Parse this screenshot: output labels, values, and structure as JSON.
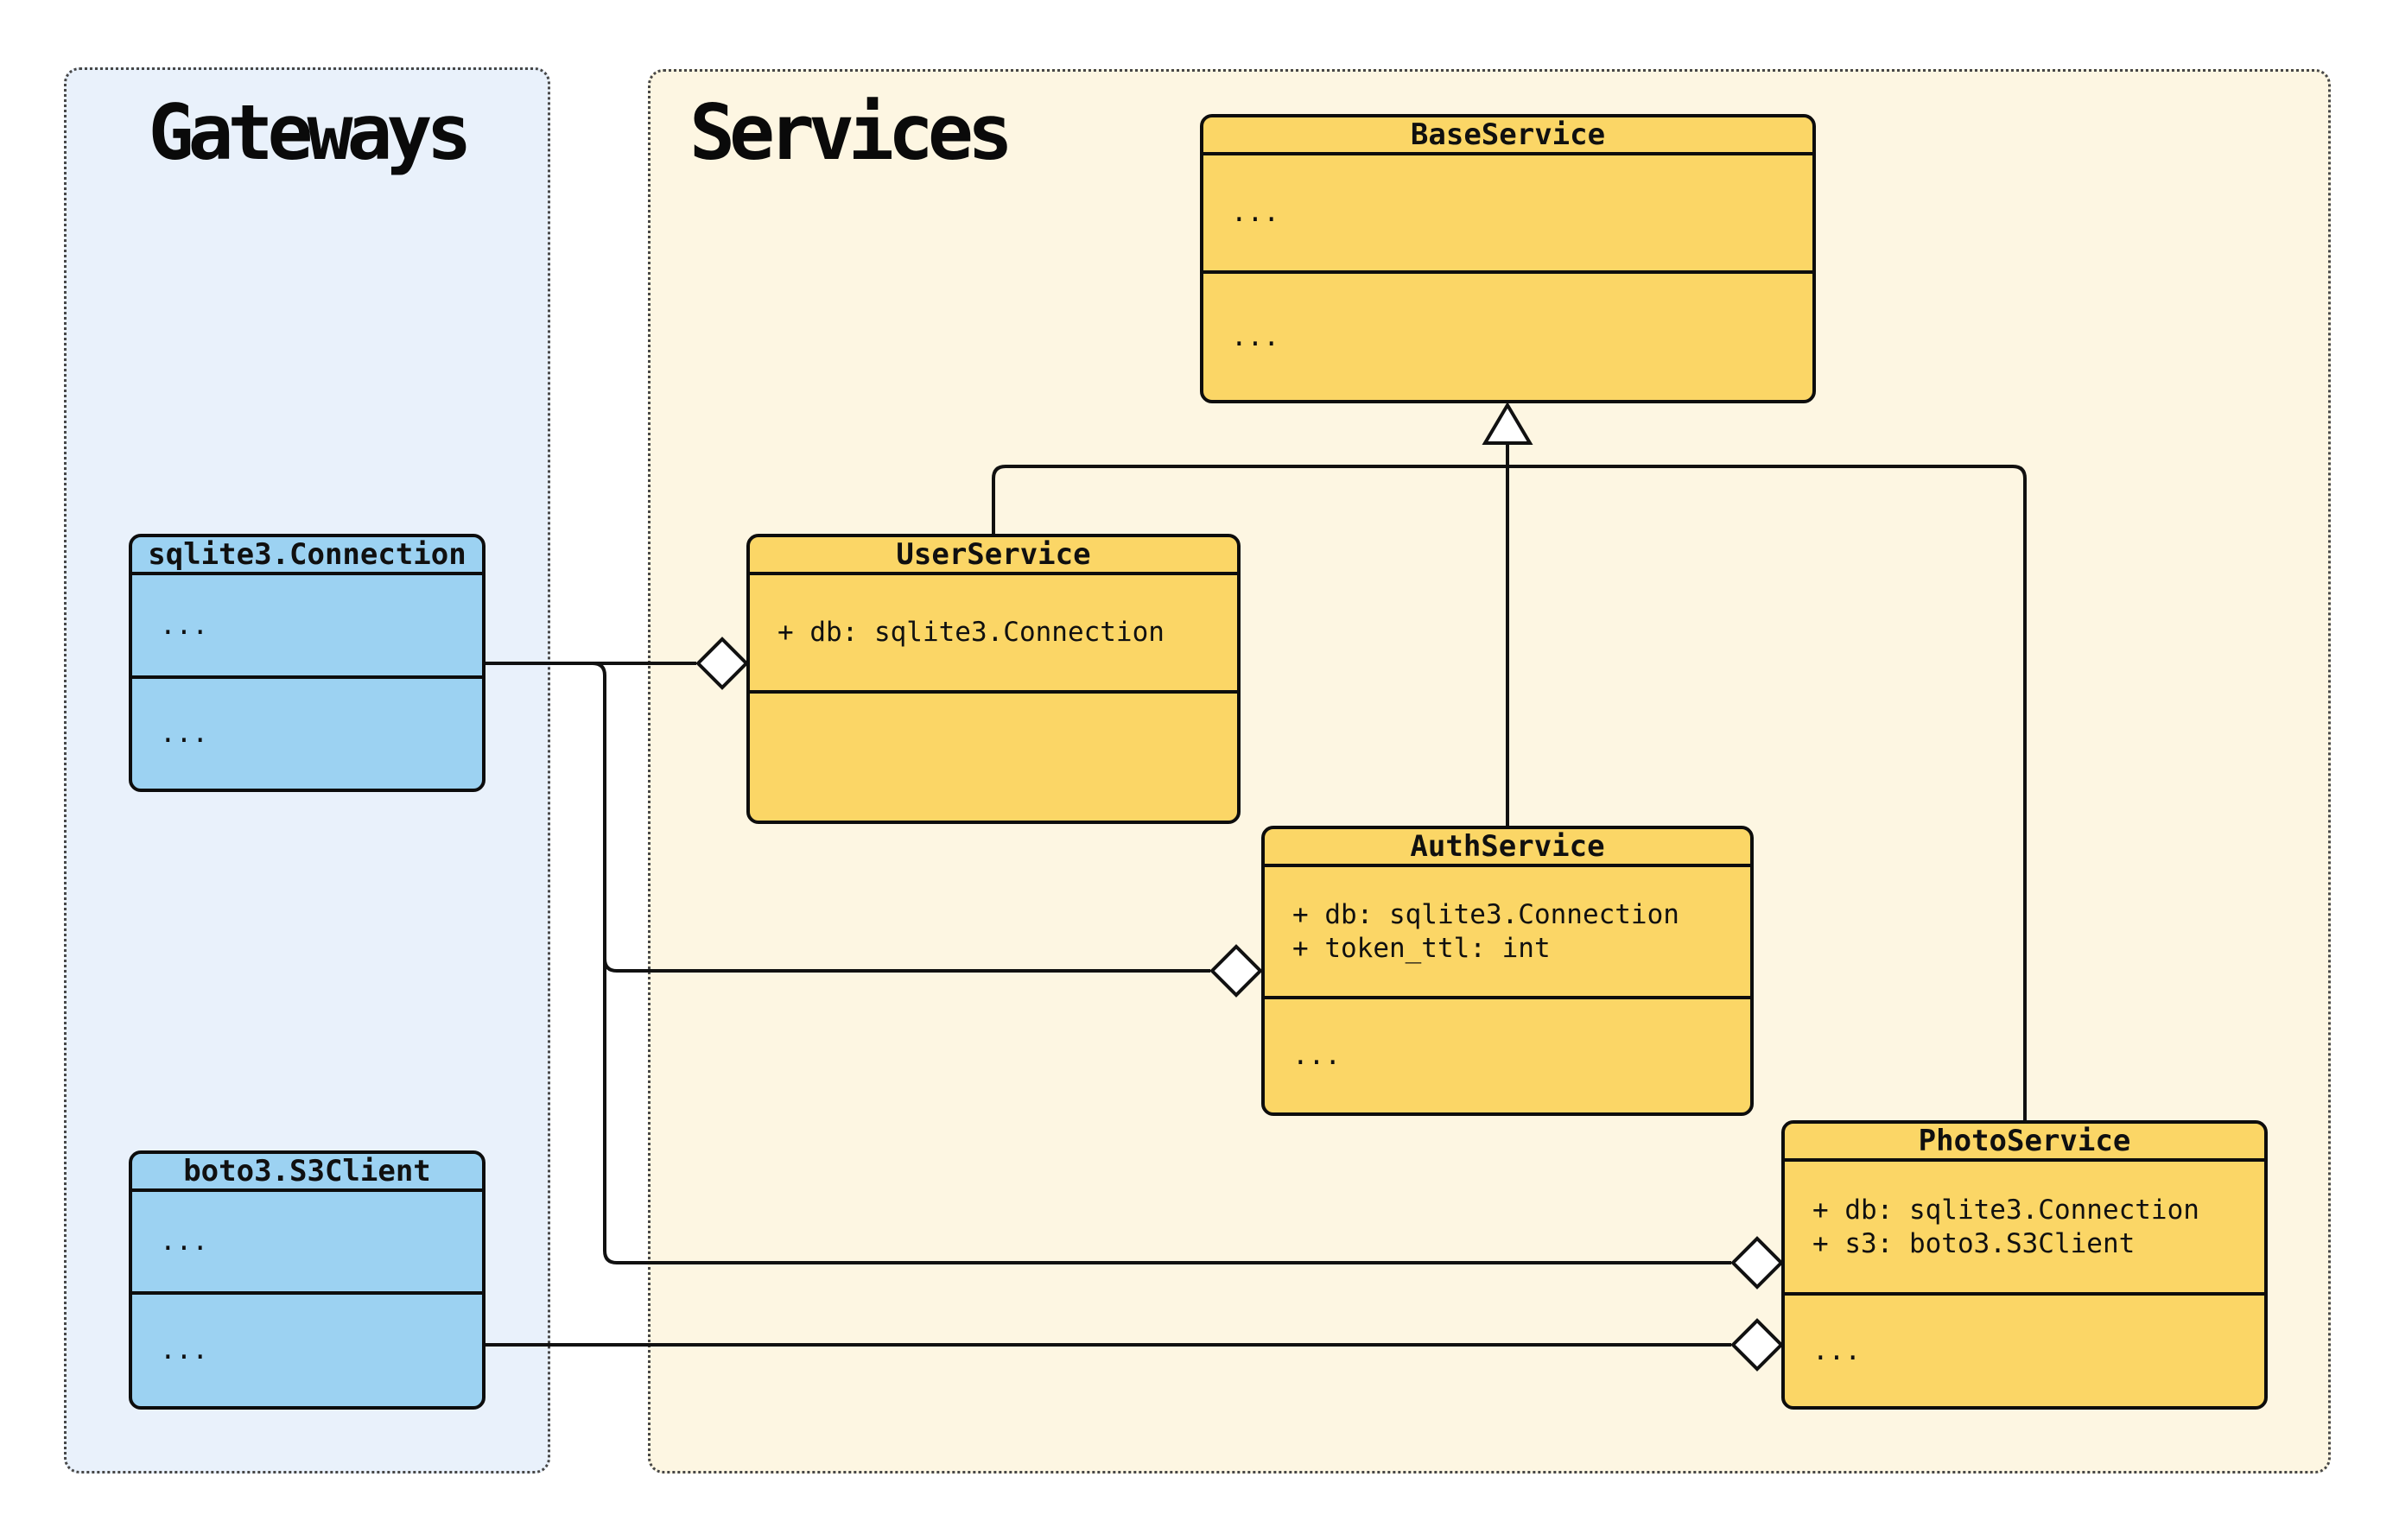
{
  "diagram": {
    "groups": {
      "gateways": {
        "title": "Gateways"
      },
      "services": {
        "title": "Services"
      }
    },
    "classes": {
      "base_service": {
        "name": "BaseService",
        "attributes": [
          "..."
        ],
        "methods": [
          "..."
        ]
      },
      "user_service": {
        "name": "UserService",
        "attributes": [
          "+ db: sqlite3.Connection"
        ],
        "methods": []
      },
      "auth_service": {
        "name": "AuthService",
        "attributes": [
          "+ db: sqlite3.Connection",
          "+ token_ttl: int"
        ],
        "methods": [
          "..."
        ]
      },
      "photo_service": {
        "name": "PhotoService",
        "attributes": [
          "+ db: sqlite3.Connection",
          "+ s3: boto3.S3Client"
        ],
        "methods": [
          "..."
        ]
      },
      "sqlite3_connection": {
        "name": "sqlite3.Connection",
        "attributes": [
          "..."
        ],
        "methods": [
          "..."
        ]
      },
      "boto3_s3client": {
        "name": "boto3.S3Client",
        "attributes": [
          "..."
        ],
        "methods": [
          "..."
        ]
      }
    },
    "relationships": [
      {
        "type": "inheritance",
        "from": "UserService",
        "to": "BaseService"
      },
      {
        "type": "inheritance",
        "from": "AuthService",
        "to": "BaseService"
      },
      {
        "type": "inheritance",
        "from": "PhotoService",
        "to": "BaseService"
      },
      {
        "type": "aggregation",
        "from": "sqlite3.Connection",
        "to": "UserService"
      },
      {
        "type": "aggregation",
        "from": "sqlite3.Connection",
        "to": "AuthService"
      },
      {
        "type": "aggregation",
        "from": "sqlite3.Connection",
        "to": "PhotoService"
      },
      {
        "type": "aggregation",
        "from": "boto3.S3Client",
        "to": "PhotoService"
      }
    ]
  },
  "colors": {
    "service_fill": "#fbd666",
    "gateway_fill": "#9cd2f2",
    "service_bg": "#fdf6e2",
    "gateway_bg": "#e9f1fb",
    "stroke": "#111111"
  }
}
